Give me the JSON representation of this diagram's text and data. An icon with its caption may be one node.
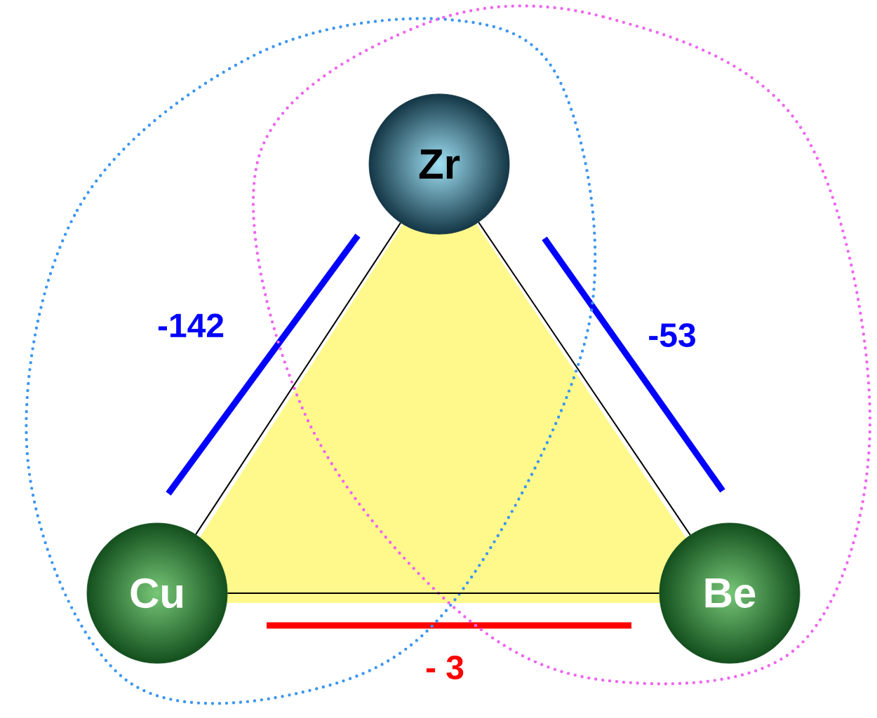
{
  "diagram": {
    "nodes": [
      {
        "text": [
          "Zr"
        ]
      },
      {
        "text": [
          "Cu"
        ]
      },
      {
        "text": [
          "Be"
        ]
      }
    ],
    "edges": [
      {
        "from": 0,
        "to": 1,
        "arrow": "none",
        "label": "-142"
      },
      {
        "from": 0,
        "to": 2,
        "arrow": "none",
        "label": "-53"
      },
      {
        "from": 1,
        "to": 2,
        "arrow": "none",
        "label": "- 3"
      }
    ]
  }
}
